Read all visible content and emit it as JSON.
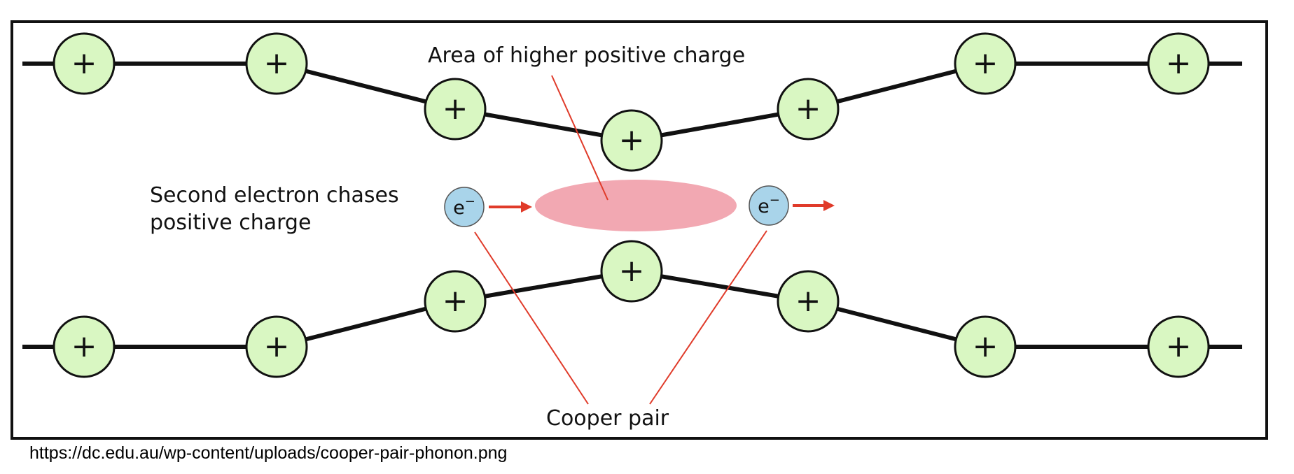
{
  "diagram": {
    "label_area": "Area of higher positive charge",
    "label_second_electron_line1": "Second electron chases",
    "label_second_electron_line2": "positive charge",
    "label_cooper_pair": "Cooper pair",
    "ion_symbol": "+",
    "electron_symbol": "e",
    "electron_superscript": "−"
  },
  "source": {
    "url": "https://dc.edu.au/wp-content/uploads/cooper-pair-phonon.png"
  },
  "colors": {
    "ion_fill": "#d9f7c2",
    "electron_fill": "#a9d4ea",
    "charge_region": "#f2a8b2",
    "pointer": "#e03b2a",
    "lattice_line": "#111111",
    "frame": "#111111"
  }
}
